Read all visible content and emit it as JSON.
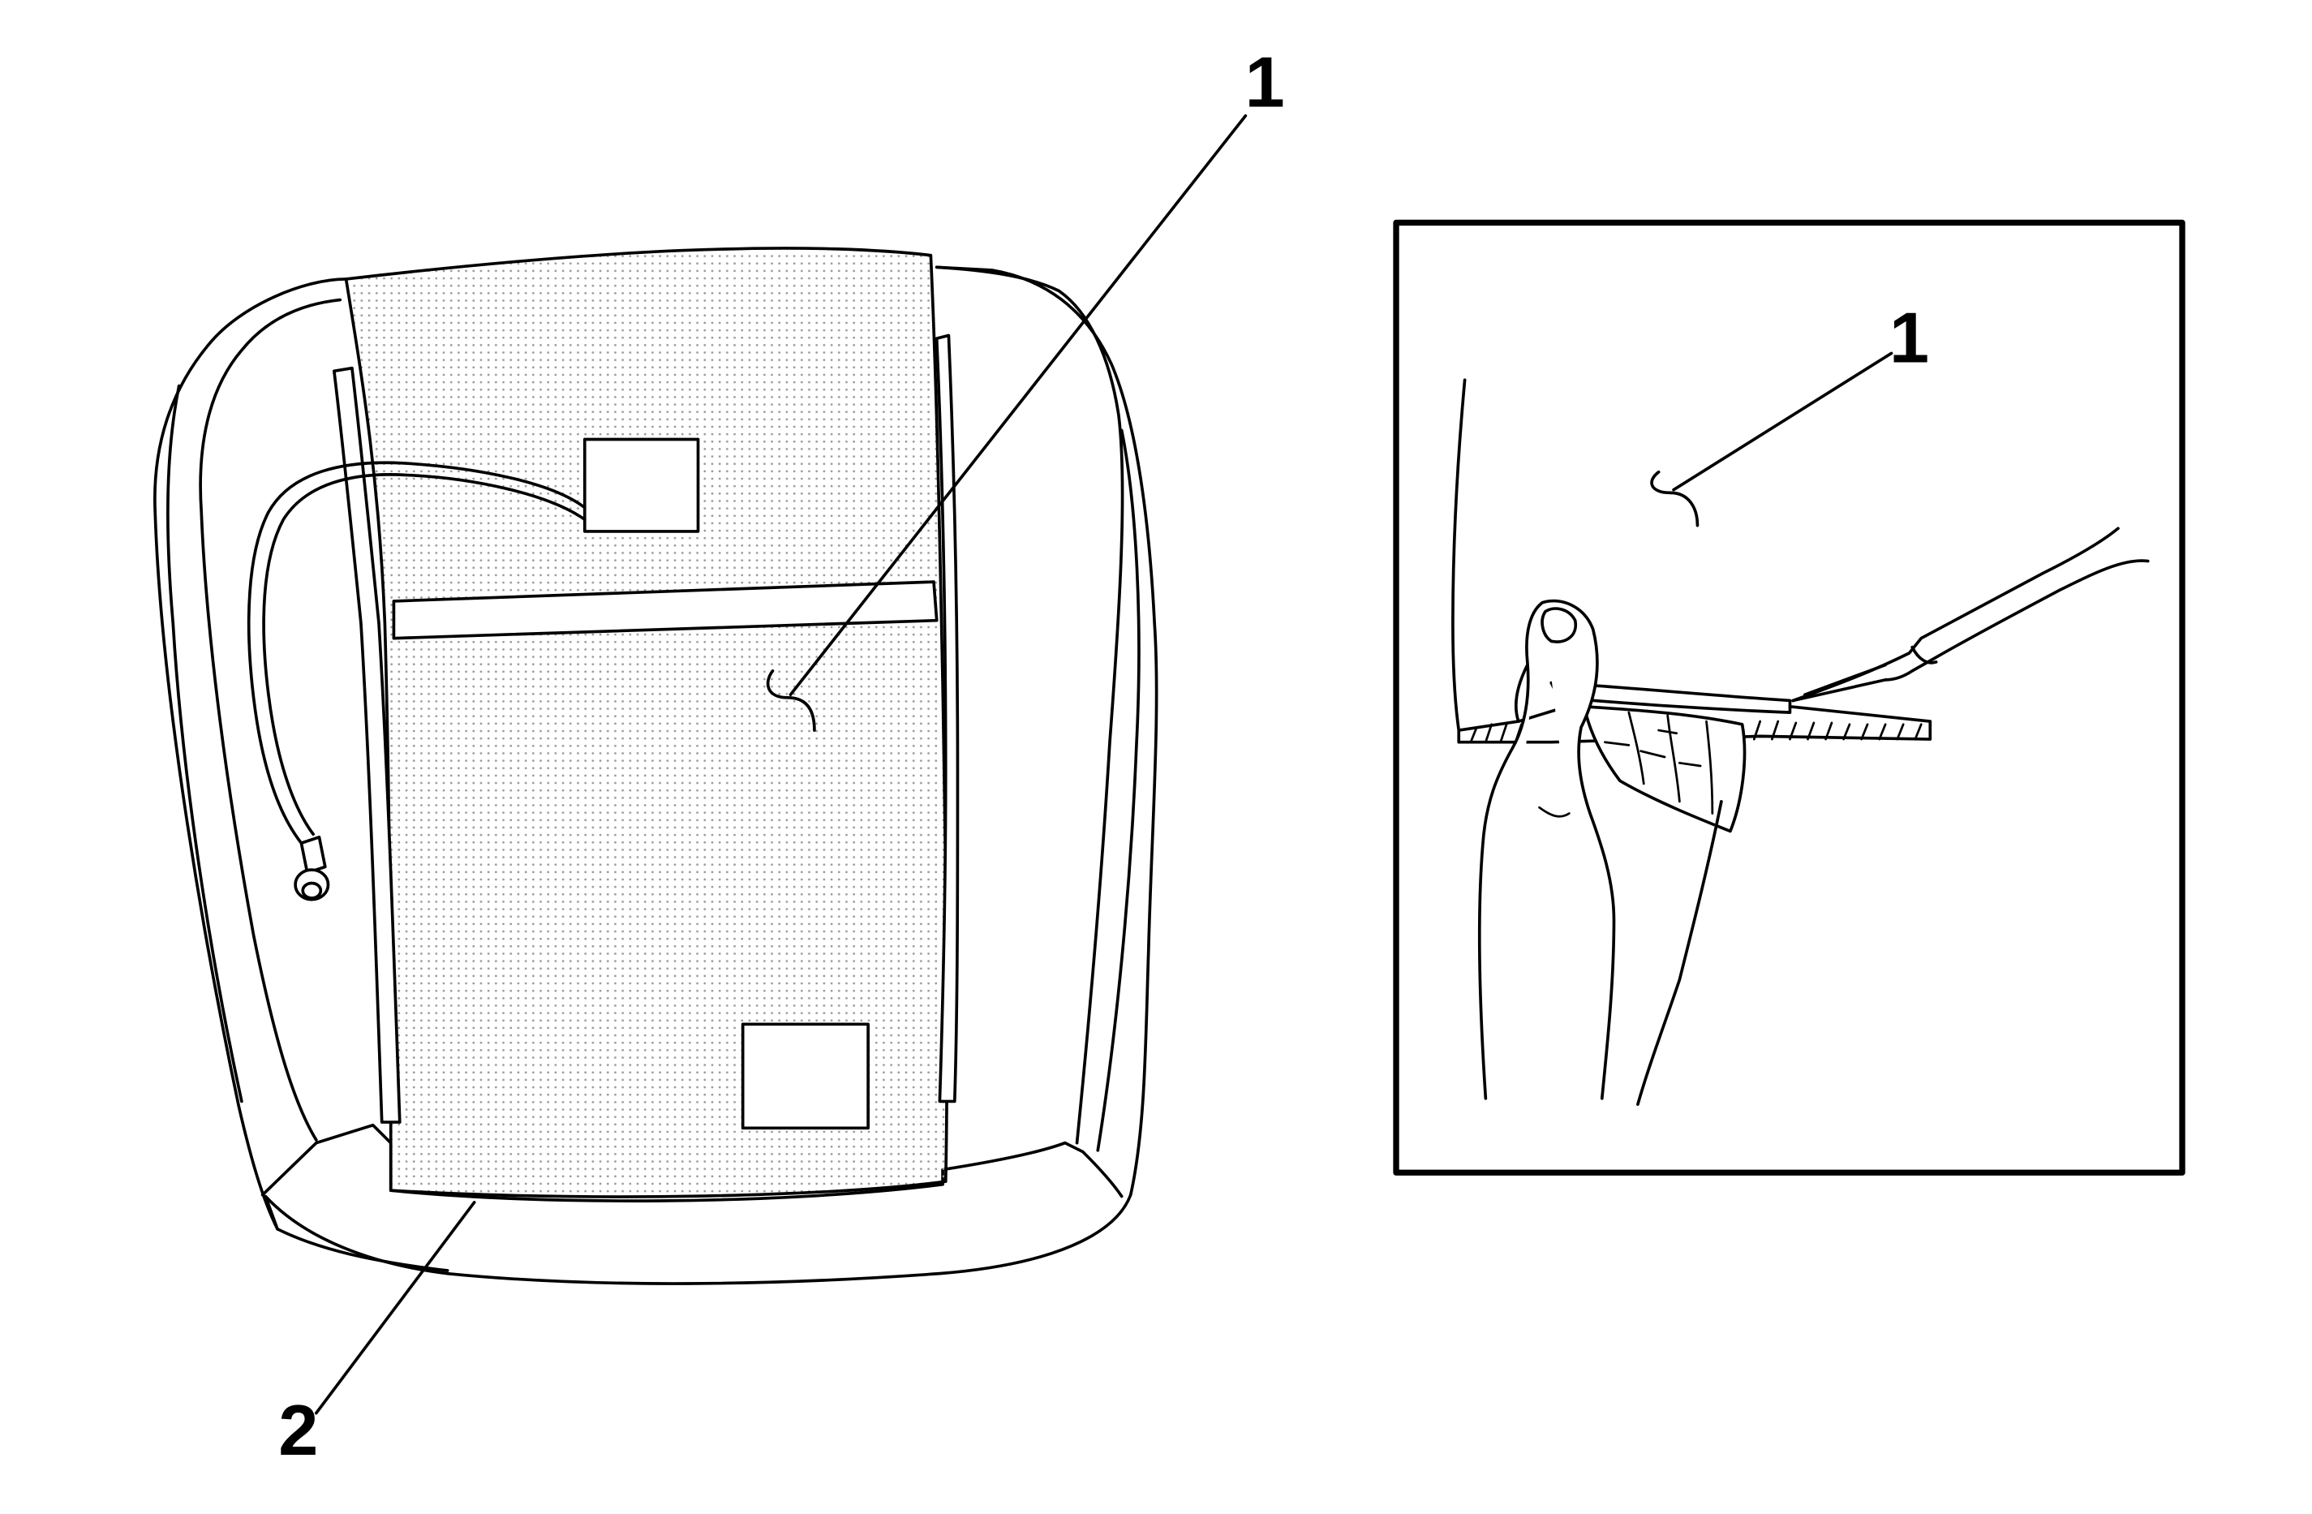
{
  "callouts": {
    "main_1": "1",
    "main_2": "2",
    "inset_1": "1"
  },
  "colors": {
    "line": "#000000",
    "background": "#ffffff",
    "mesh_dot": "#9a9a9a"
  }
}
